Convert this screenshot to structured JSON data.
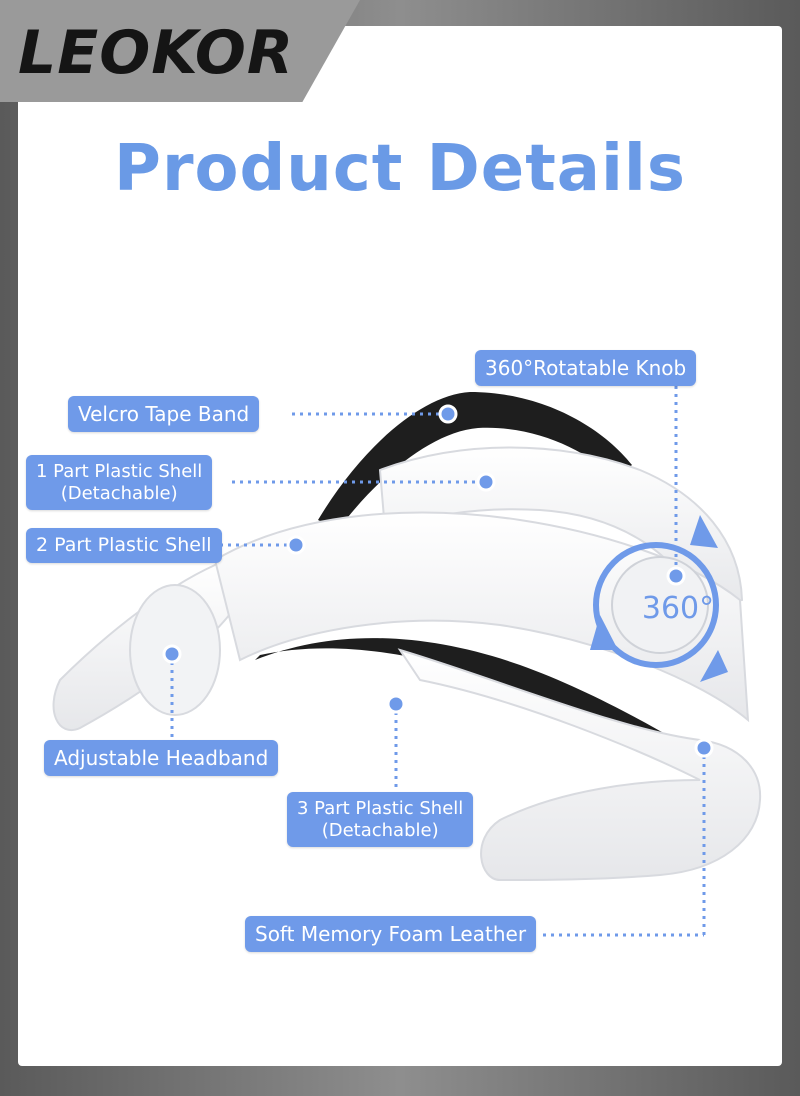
{
  "brand": {
    "logo_text": "LEOKOR"
  },
  "header": {
    "title": "Product Details"
  },
  "labels": {
    "knob": "360°Rotatable Knob",
    "velcro": "Velcro Tape Band",
    "shell1_line1": "1 Part Plastic Shell",
    "shell1_line2": "(Detachable)",
    "shell2": "2 Part Plastic Shell",
    "headband": "Adjustable Headband",
    "shell3_line1": "3 Part Plastic Shell",
    "shell3_line2": "(Detachable)",
    "foam": "Soft Memory Foam Leather",
    "rotation": "360°"
  },
  "colors": {
    "accent": "#6f9ae9",
    "title": "#6a9ae6",
    "strap": "#1e1e1e",
    "shell": "#f7f7f9"
  }
}
